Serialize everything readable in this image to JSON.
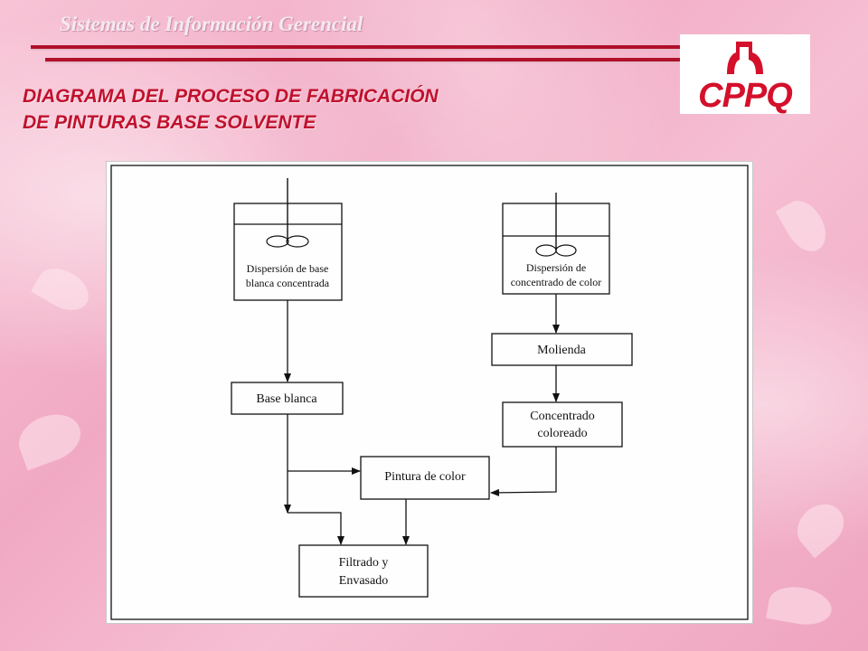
{
  "header": {
    "course": "Sistemas de Información Gerencial"
  },
  "title": {
    "line1": "DIAGRAMA DEL PROCESO DE FABRICACIÓN",
    "line2": "DE PINTURAS BASE SOLVENTE"
  },
  "logo": {
    "text": "CPPQ"
  },
  "diagram": {
    "tank_white": [
      "Dispersión de base",
      "blanca concentrada"
    ],
    "tank_color": [
      "Dispersión de",
      "concentrado de color"
    ],
    "molienda": "Molienda",
    "concentrado": [
      "Concentrado",
      "coloreado"
    ],
    "base_blanca": "Base blanca",
    "pintura_color": "Pintura de color",
    "filtrado": [
      "Filtrado y",
      "Envasado"
    ]
  },
  "colors": {
    "title": "#c0112d",
    "rule": "#b0102a",
    "background": "#f4b6cc"
  }
}
